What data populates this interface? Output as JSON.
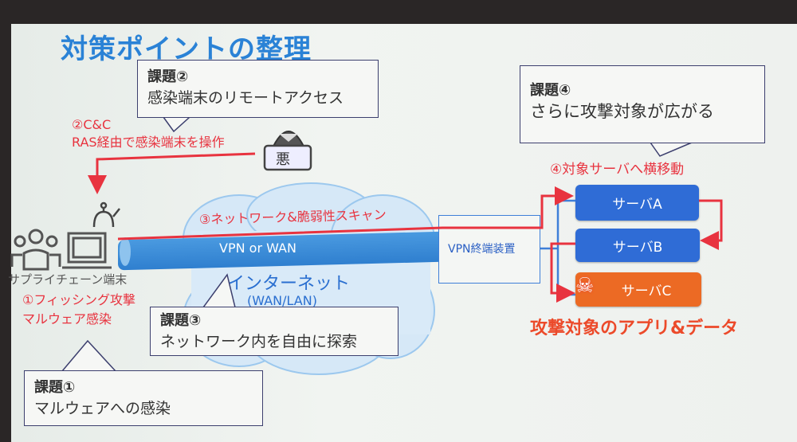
{
  "title": "対策ポイントの整理",
  "callouts": {
    "issue1": {
      "heading": "課題①",
      "text": "マルウェアへの感染"
    },
    "issue2": {
      "heading": "課題②",
      "text": "感染端末のリモートアクセス"
    },
    "issue3": {
      "heading": "課題③",
      "text": "ネットワーク内を自由に探索"
    },
    "issue4": {
      "heading": "課題④",
      "text": "さらに攻撃対象が広がる"
    }
  },
  "steps": {
    "step1_line1": "①フィッシング攻撃",
    "step1_line2": "マルウェア感染",
    "step2_line1": "②C&C",
    "step2_line2": "RAS経由で感染端末を操作",
    "step3": "③ネットワーク&脆弱性スキャン",
    "step4": "④対象サーバへ横移動"
  },
  "nodes": {
    "supply_chain": "サプライチェーン端末",
    "attacker_label": "悪",
    "pipe": "VPN or WAN",
    "internet": "インターネット",
    "internet_sub": "(WAN/LAN)",
    "vpn_terminal": "VPN終端装置",
    "server_a": "サーバA",
    "server_b": "サーバB",
    "server_c": "サーバC",
    "target": "攻撃対象のアプリ&データ"
  },
  "colors": {
    "title": "#2a82d6",
    "attack": "#e8333f",
    "server": "#2f6cd6",
    "compromised": "#ec6a24"
  }
}
